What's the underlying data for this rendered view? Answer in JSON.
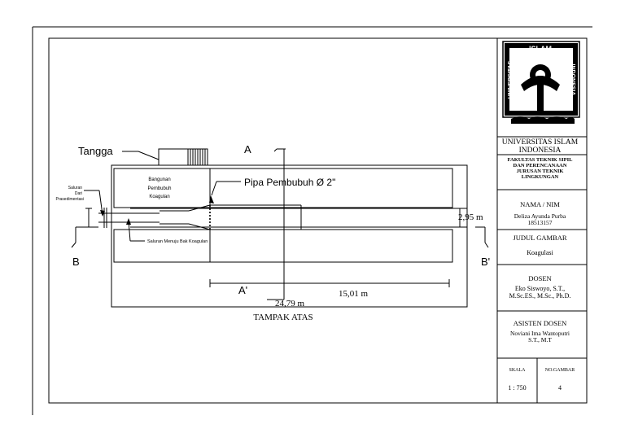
{
  "labels": {
    "tangga": "Tangga",
    "bangunan": [
      "Bangunan",
      "Pembubuh",
      "Koagulan"
    ],
    "pipa": "Pipa Pembubuh Ø 2\"",
    "saluran_dari": [
      "Saluran",
      "Dari",
      "Prasedimentasi"
    ],
    "saluran_menuju": "Saluran Menuju Bak Koagulan",
    "section_a": "A",
    "section_a_prime": "A'",
    "section_b": "B",
    "section_b_prime": "B'",
    "dim_width": "2,95 m",
    "dim_total": "24,79 m",
    "dim_partial": "15,01 m",
    "view_title": "TAMPAK ATAS"
  },
  "title_block": {
    "logo_text_top": "ISLAM",
    "logo_text_left": "UNIVERSITAS",
    "logo_text_right": "INDONESIA",
    "university": [
      "UNIVERSITAS ISLAM",
      "INDONESIA"
    ],
    "faculty": [
      "FAKULTAS TEKNIK SIPIL",
      "DAN PERENCANAAN",
      "JURUSAN TEKNIK",
      "LINGKUNGAN"
    ],
    "nama_label": "NAMA / NIM",
    "nama_value": [
      "Deliza Ayunda Purba",
      "18513157"
    ],
    "judul_label": "JUDUL GAMBAR",
    "judul_value": "Koagulasi",
    "dosen_label": "DOSEN",
    "dosen_value": [
      "Eko Siswoyo, S.T.,",
      "M.Sc.ES., M.Sc., Ph.D."
    ],
    "asisten_label": "ASISTEN DOSEN",
    "asisten_value": [
      "Noviani Ima Wantoputri",
      "S.T., M.T"
    ],
    "skala_label": "SKALA",
    "skala_value": "1 : 750",
    "nogambar_label": "NO.GAMBAR",
    "nogambar_value": "4"
  }
}
